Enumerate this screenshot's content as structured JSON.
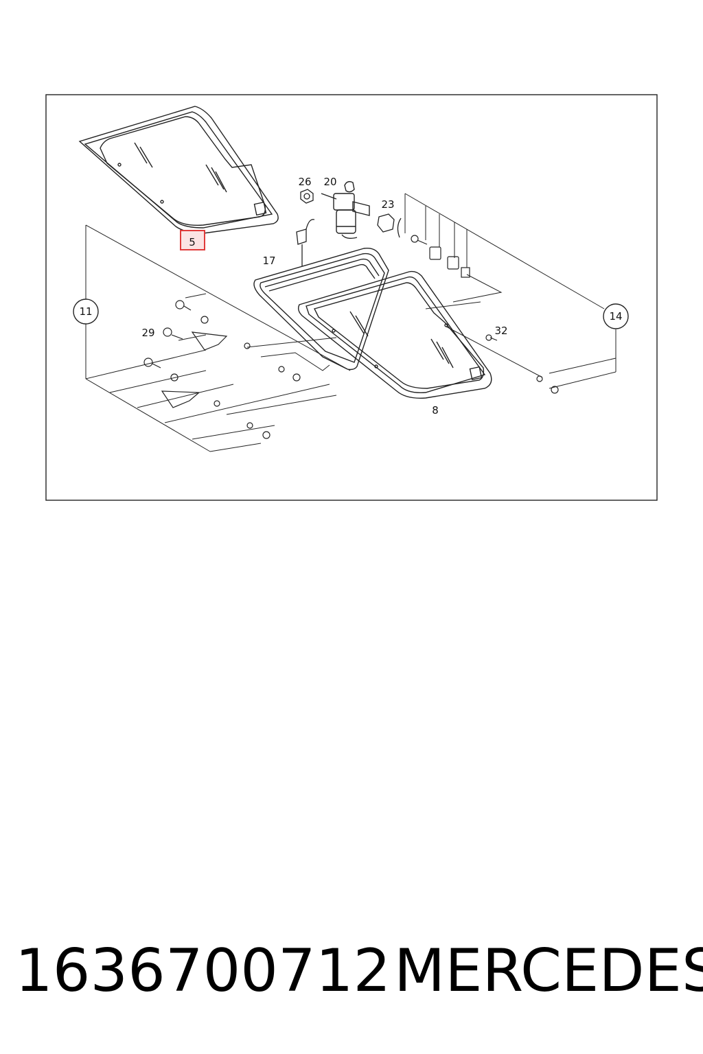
{
  "diagram": {
    "callouts": {
      "c5": "5",
      "c8": "8",
      "c11": "11",
      "c14": "14",
      "c17": "17",
      "c20": "20",
      "c23": "23",
      "c26": "26",
      "c29": "29",
      "c32": "32"
    },
    "highlight_color": "#e03a3a",
    "highlight_fill": "#fbe3e3"
  },
  "caption": {
    "part_number": "1636700712",
    "brand": "MERCEDES"
  }
}
